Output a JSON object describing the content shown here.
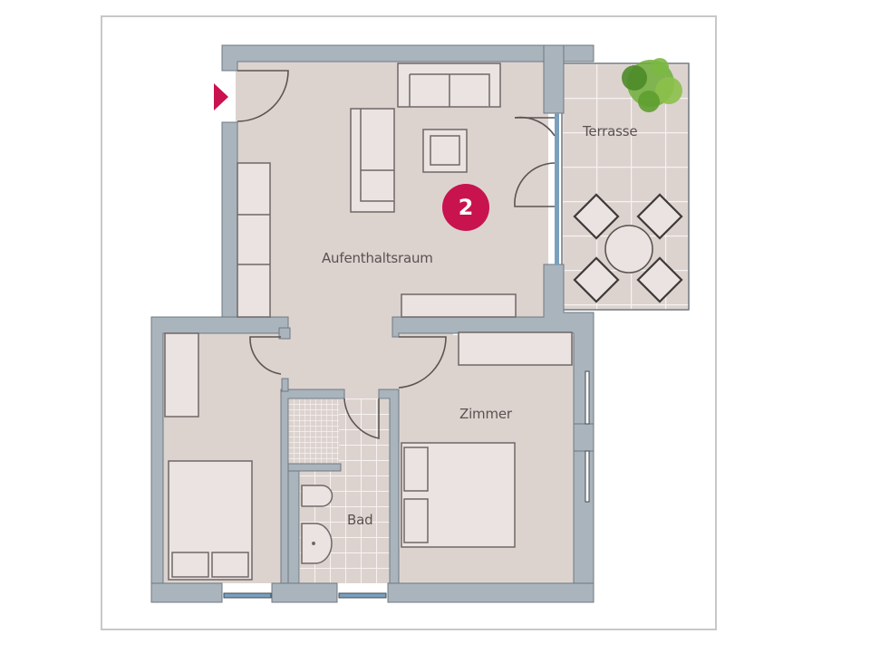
{
  "floorplan": {
    "unit_number": "2",
    "rooms": {
      "living": "Aufenthaltsraum",
      "terrace": "Terrasse",
      "room": "Zimmer",
      "bath": "Bad"
    },
    "colors": {
      "wall": "#a9b4bd",
      "wall_stroke": "#6f7880",
      "floor": "#dcd3cf",
      "furniture": "#ebe3e1",
      "furniture_stroke": "#6e6866",
      "tile_line": "#f6f2f1",
      "window": "#7aa0bd",
      "accent": "#c8134f",
      "frame": "#c8c8c8",
      "plant": "#5e9e2f"
    },
    "entrance_marker": "entrance-arrow"
  }
}
